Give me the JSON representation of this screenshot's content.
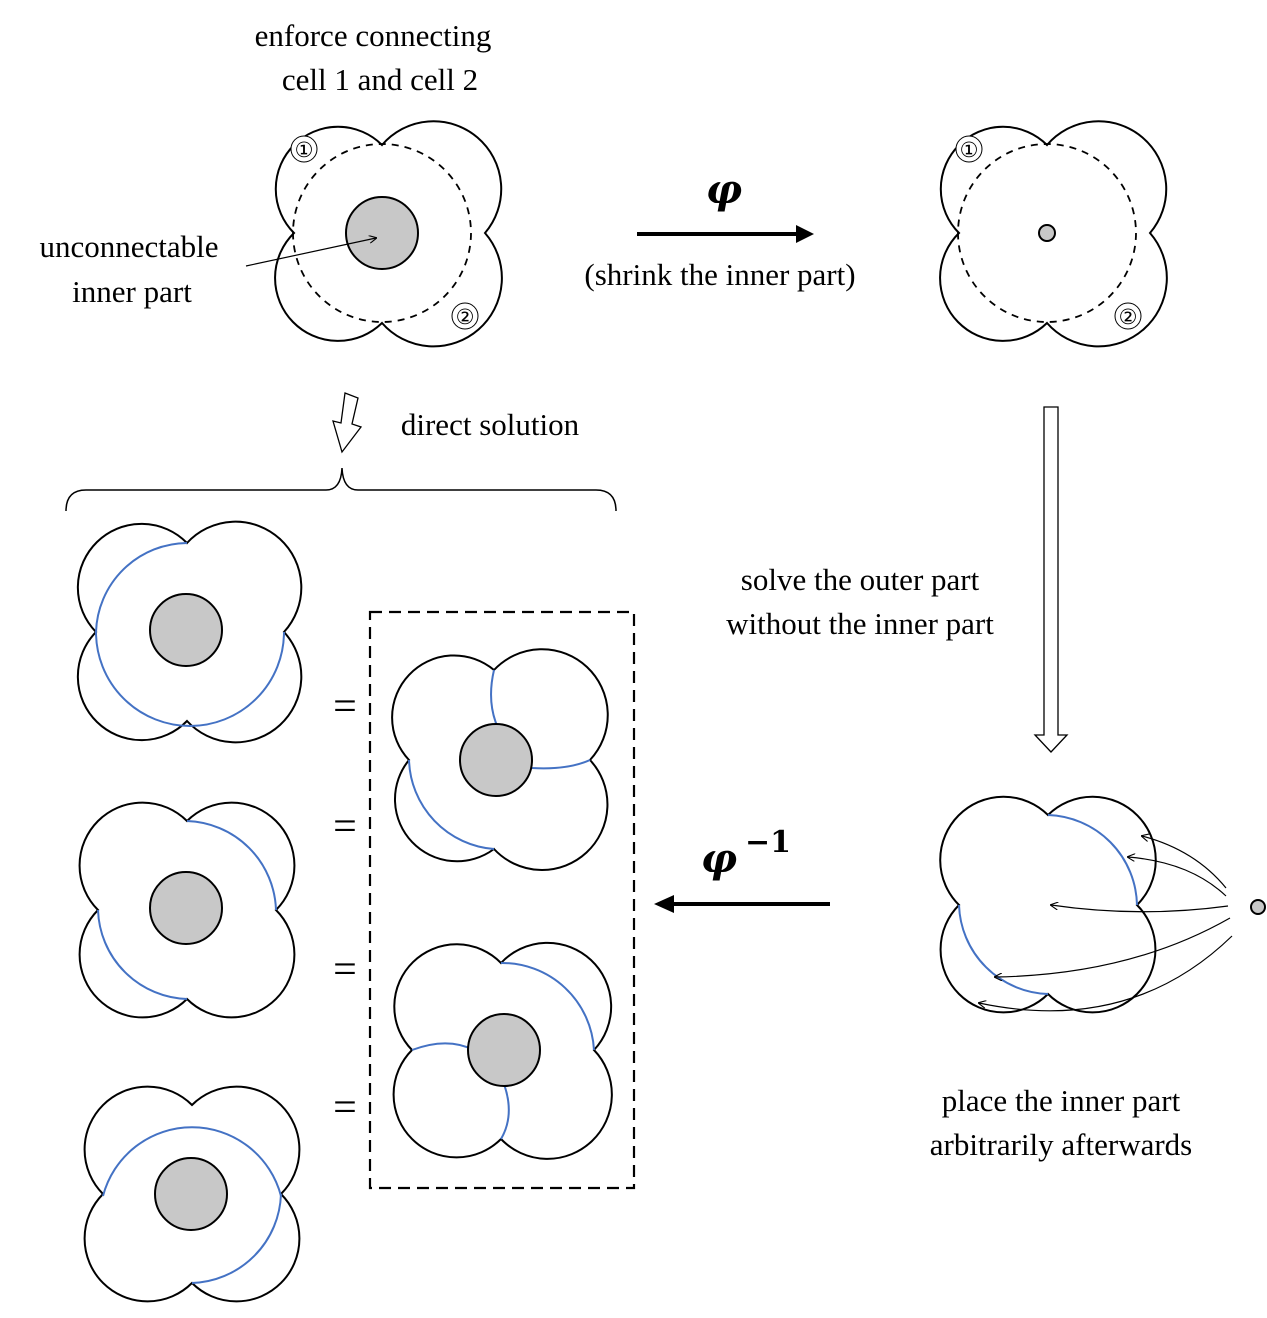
{
  "labels": {
    "enforce_line1": "enforce connecting",
    "enforce_line2": "cell 1 and cell 2",
    "unconnectable_line1": "unconnectable",
    "unconnectable_line2": "inner part",
    "shrink": "(shrink the inner part)",
    "direct_solution": "direct solution",
    "solve_line1": "solve the outer part",
    "solve_line2": "without the inner part",
    "place_line1": "place the inner part",
    "place_line2": "arbitrarily afterwards",
    "cell1": "①",
    "cell2": "②",
    "phi": "φ",
    "phi_inverse_base": "φ",
    "phi_inverse_sup": "−1",
    "equals": "="
  },
  "colors": {
    "stroke": "#000000",
    "inner_fill": "#c8c8c8",
    "connection": "#4472c4",
    "background": "#ffffff"
  }
}
